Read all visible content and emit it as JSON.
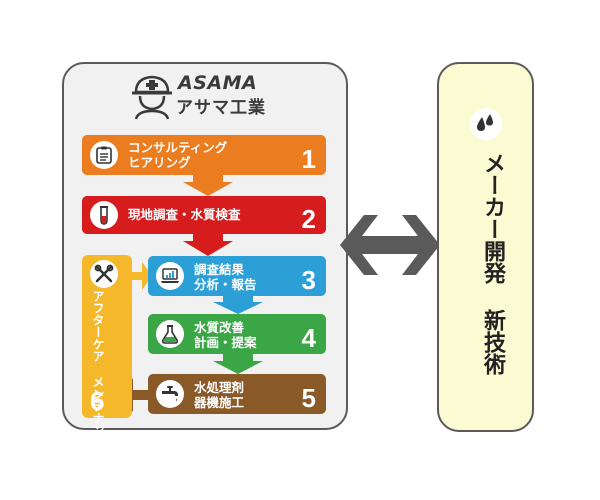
{
  "brand": {
    "name_en": "ASAMA",
    "name_ja": "アサマ工業"
  },
  "steps": [
    {
      "line1": "コンサルティング",
      "line2": "ヒアリング",
      "num": "1"
    },
    {
      "line1": "現地調査・水質検査",
      "line2": "",
      "num": "2"
    },
    {
      "line1": "調査結果",
      "line2": "分析・報告",
      "num": "3"
    },
    {
      "line1": "水質改善",
      "line2": "計画・提案",
      "num": "4"
    },
    {
      "line1": "水処理剤",
      "line2": "器機施工",
      "num": "5"
    }
  ],
  "aftercare": {
    "label": "アフターケア メンテナンス",
    "num": "6"
  },
  "maker": {
    "label": "メーカー開発 新技術"
  },
  "colors": {
    "step1": "#ec7c20",
    "step2": "#d71c1e",
    "step3": "#2c9fd6",
    "step4": "#3aa645",
    "step5": "#8a5928",
    "aftercare": "#f5b82a",
    "right_panel": "#fafbd2",
    "arrow": "#5a5a5a"
  },
  "icons": {
    "brand": "worker-helmet-icon",
    "step1": "clipboard-icon",
    "step2": "test-tube-icon",
    "step3": "laptop-chart-icon",
    "step4": "flask-icon",
    "step5": "faucet-icon",
    "aftercare": "tools-icon",
    "maker": "water-drops-icon",
    "connector": "double-arrow-icon"
  }
}
